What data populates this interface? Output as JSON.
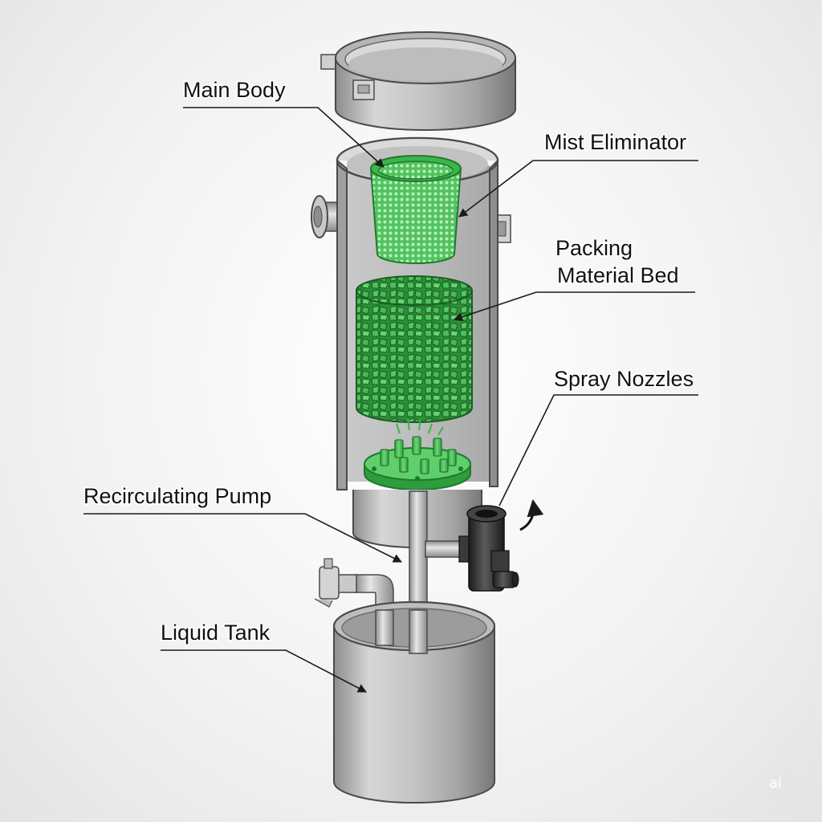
{
  "diagram": {
    "labels": {
      "main_body": "Main Body",
      "mist_eliminator": "Mist Eliminator",
      "packing_line1": "Packing",
      "packing_line2": "Material Bed",
      "spray_nozzles": "Spray Nozzles",
      "recirculating_pump": "Recirculating Pump",
      "liquid_tank": "Liquid Tank"
    },
    "watermark": "ai",
    "colors": {
      "metal_light": "#e2e2e2",
      "metal_mid": "#b9b9b9",
      "metal_dark": "#7d7d7d",
      "outline": "#4a4a4a",
      "green_light": "#6fd47a",
      "green_mid": "#3cb54a",
      "green_dark": "#1f7a2c",
      "pump_black": "#2b2b2b"
    }
  }
}
